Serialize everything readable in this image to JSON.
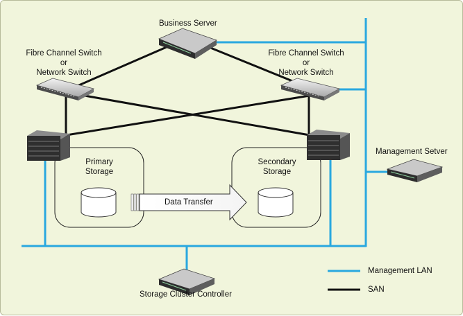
{
  "labels": {
    "business_server": "Business Server",
    "switch_left": [
      "Fibre Channel Switch",
      "or",
      "Network Switch"
    ],
    "switch_right": [
      "Fibre Channel Switch",
      "or",
      "Network Switch"
    ],
    "management_server": "Management Setver",
    "primary_storage": [
      "Primary",
      "Storage"
    ],
    "secondary_storage": [
      "Secondary",
      "Storage"
    ],
    "data_transfer": "Data Transfer",
    "storage_cluster_controller": "Storage Cluster Controller"
  },
  "legend": {
    "management_lan": "Management LAN",
    "san": "SAN"
  },
  "colors": {
    "background": "#f1f5dc",
    "management_lan": "#29a8df",
    "san": "#111111"
  }
}
